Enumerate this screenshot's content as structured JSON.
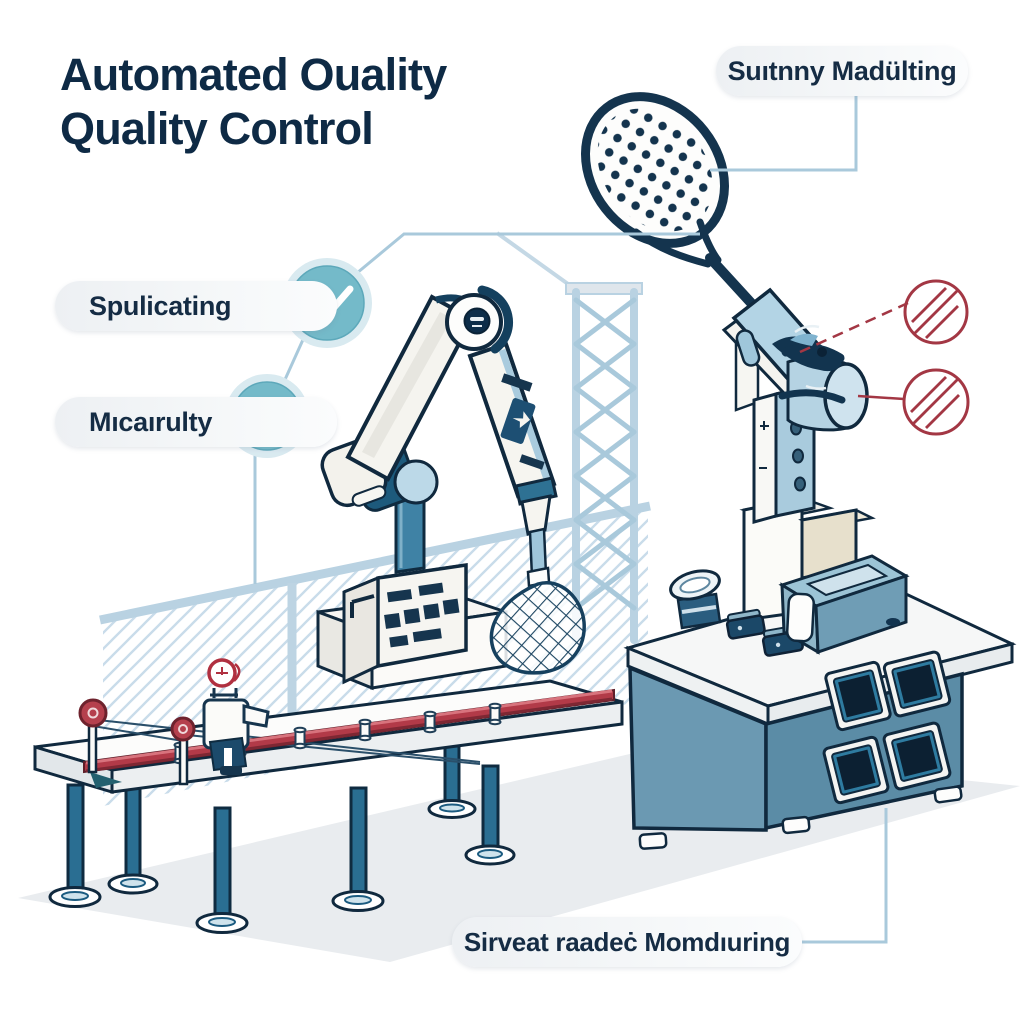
{
  "title": {
    "line1": "Automated Ouality",
    "line2": "Quality Control"
  },
  "callouts": {
    "top_right": "Suıtnny Madülting",
    "left_1": "Spulicating",
    "left_2": "Mıcaırulty",
    "bottom": "Sirveat raadeċ Momdıuring"
  },
  "icons": {
    "check_1": "checkmark-circle",
    "check_2": "checkmark-circle",
    "defect_marker_top": "hatched-circle",
    "defect_marker_bottom": "hatched-circle",
    "scene_items": [
      "robot-arm",
      "tennis-racket",
      "net-tool",
      "inspection-table",
      "test-station-cabinet",
      "monitor-screens",
      "conveyor-rail",
      "lattice-mast",
      "hatched-wall"
    ]
  },
  "colors": {
    "title_text": "#0e2a45",
    "label_text": "#152c44",
    "check_circle": "#74bac9",
    "check_halo": "#d9eaf0",
    "connector": "#a9c9db",
    "outline_navy": "#10293e",
    "machine_blue": "#6b99b2",
    "machine_blue_dark": "#5b8ca6",
    "panel_blue": "#a9cbdd",
    "dark_teal": "#1d5a7c",
    "accent_red": "#a33744",
    "rail_red": "#b23a48",
    "ivory": "#f5f4ef",
    "beige": "#e7e0cc",
    "hatch_blue": "#c9dcea",
    "floor_gray": "#e9ecef",
    "pill_bg": "#eef1f4",
    "screen_navy": "#0c2032"
  }
}
